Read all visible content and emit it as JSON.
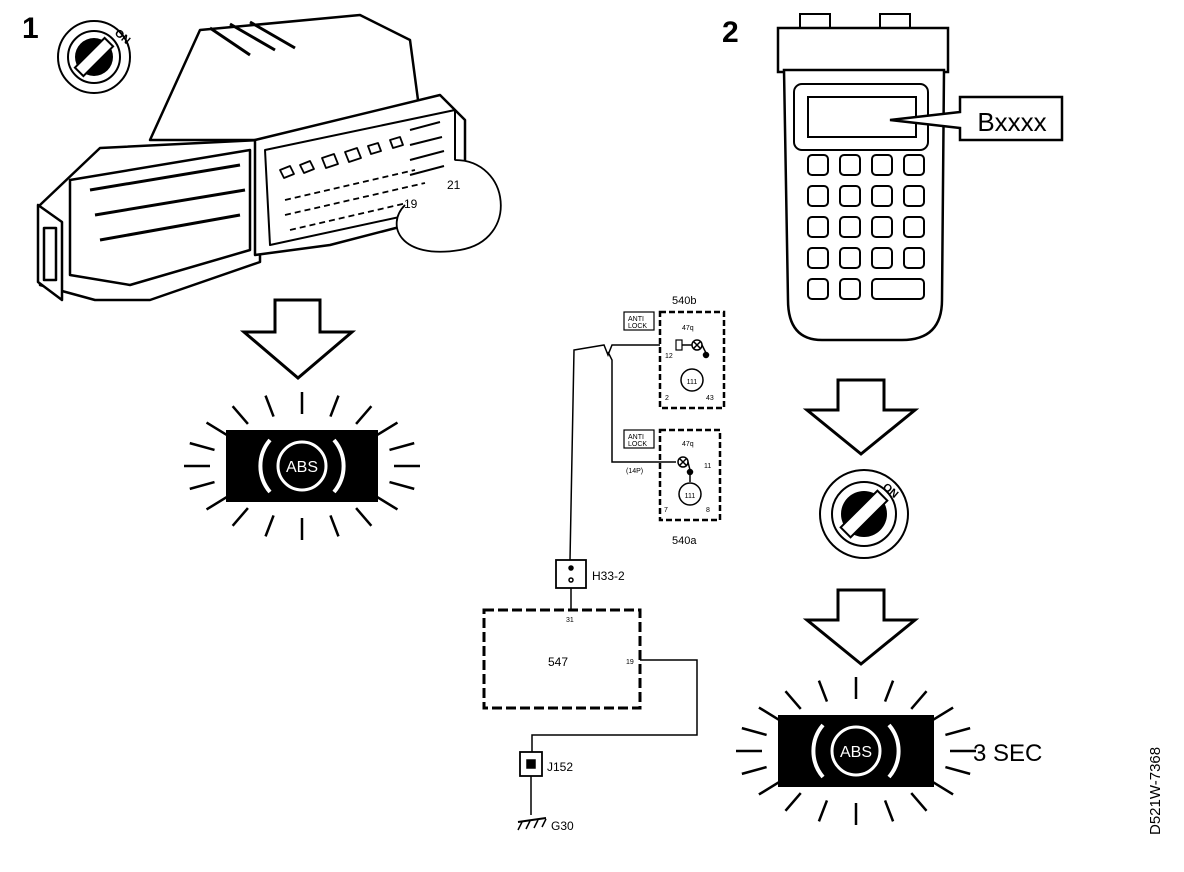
{
  "step1": {
    "number": "1",
    "pin_a": "21",
    "pin_b": "19"
  },
  "step2": {
    "number": "2",
    "display_code": "Bxxxx"
  },
  "ignition_label": "ON",
  "warning_lamp": {
    "text": "ABS"
  },
  "duration_label": "3 SEC",
  "figure_id": "D521W-7368",
  "circuit": {
    "module_top": "540b",
    "module_bottom": "540a",
    "indicator_label_top_1": "ANTI",
    "indicator_label_top_2": "LOCK",
    "indicator_label_bottom_1": "ANTI",
    "indicator_label_bottom_2": "LOCK",
    "resistor_top": "47q",
    "resistor_bottom": "47q",
    "lamp_top": "111",
    "lamp_bottom": "111",
    "pin_top_12": "12",
    "pin_top_2": "2",
    "pin_top_43": "43",
    "pin_bottom_14p": "(14P)",
    "pin_bottom_11": "11",
    "pin_bottom_7": "7",
    "pin_bottom_8": "8",
    "connector_h": "H33-2",
    "ecu": "547",
    "ecu_pin_31": "31",
    "ecu_pin_19": "19",
    "connector_j": "J152",
    "ground": "G30"
  }
}
